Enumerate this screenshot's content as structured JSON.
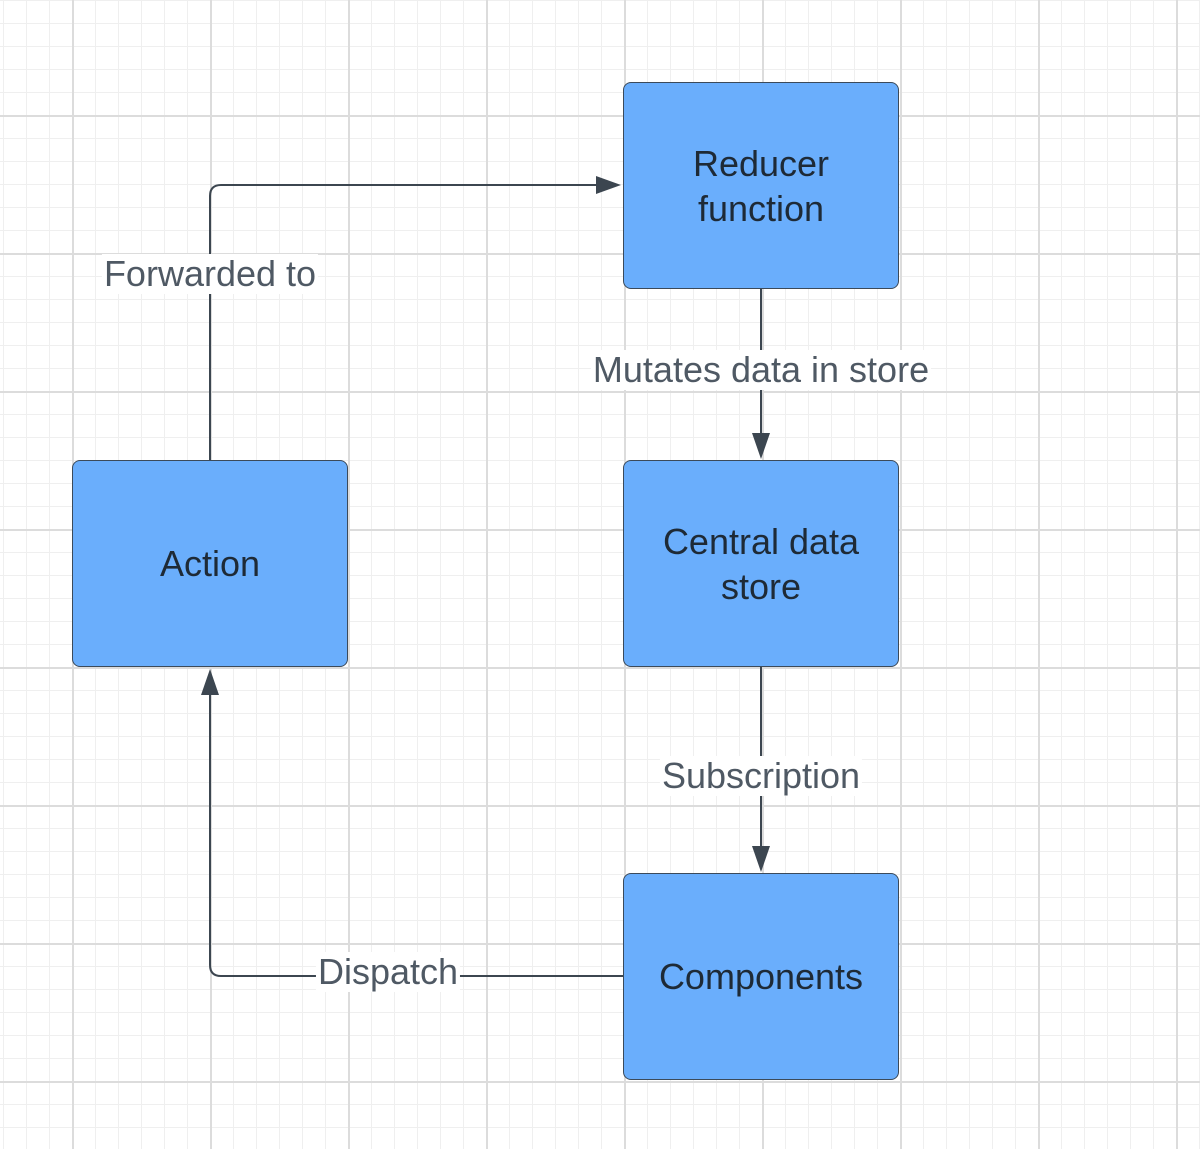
{
  "diagram": {
    "nodes": {
      "reducer": "Reducer\nfunction",
      "store": "Central data\nstore",
      "components": "Components",
      "action": "Action"
    },
    "edges": {
      "forwarded": "Forwarded to",
      "mutates": "Mutates data in store",
      "subscription": "Subscription",
      "dispatch": "Dispatch"
    }
  },
  "colors": {
    "node_fill": "#6aaefc",
    "node_border": "#3b4a5a",
    "connector": "#3c4650",
    "grid_major": "#dcdcdc",
    "grid_minor": "#efefef"
  }
}
